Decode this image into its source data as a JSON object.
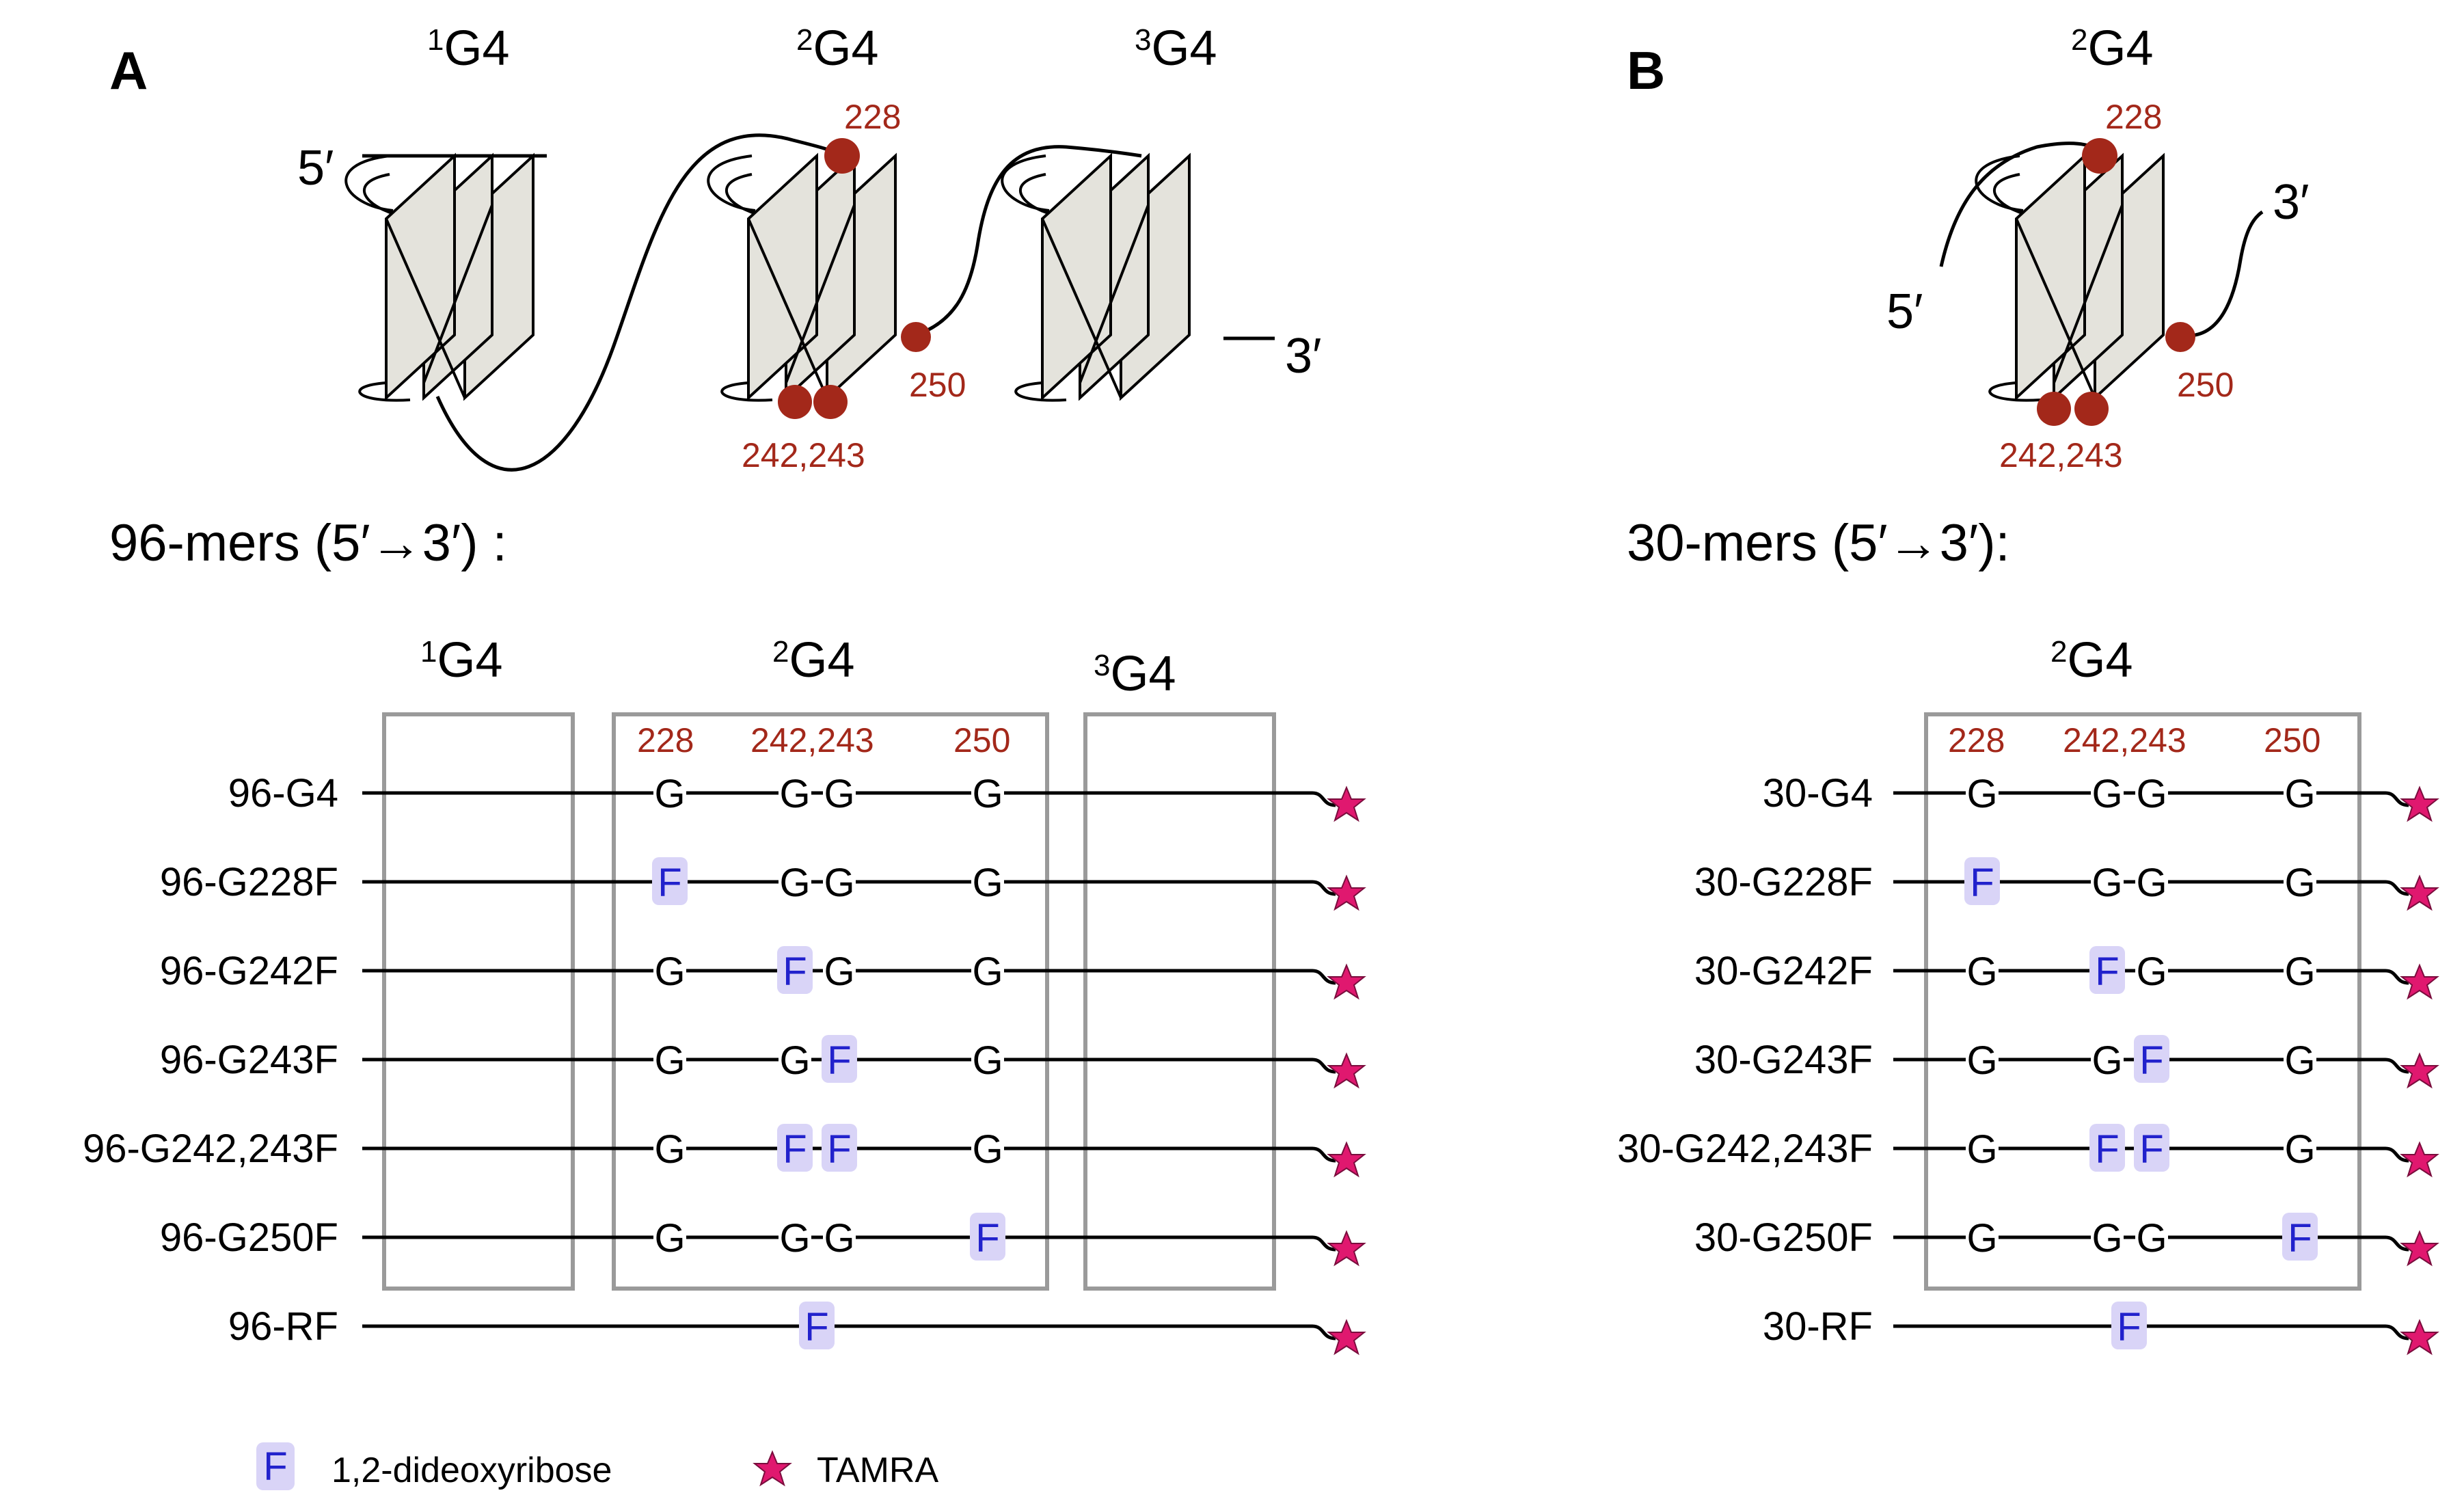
{
  "panels": {
    "A": {
      "letter": "A",
      "g4_labels": [
        {
          "num": "1",
          "text": "G4"
        },
        {
          "num": "2",
          "text": "G4"
        },
        {
          "num": "3",
          "text": "G4"
        }
      ],
      "five_prime": "5′",
      "three_prime": "3′",
      "positions": {
        "p228": "228",
        "p250": "250",
        "p242_243": "242,243"
      },
      "heading": "96-mers (5′→3′) :",
      "box_positions": [
        "228",
        "242,243",
        "250"
      ],
      "rows": [
        {
          "label": "96-G4",
          "seq": [
            "G",
            "G",
            "G",
            "G"
          ]
        },
        {
          "label": "96-G228F",
          "seq": [
            "F",
            "G",
            "G",
            "G"
          ]
        },
        {
          "label": "96-G242F",
          "seq": [
            "G",
            "F",
            "G",
            "G"
          ]
        },
        {
          "label": "96-G243F",
          "seq": [
            "G",
            "G",
            "F",
            "G"
          ]
        },
        {
          "label": "96-G242,243F",
          "seq": [
            "G",
            "F",
            "F",
            "G"
          ]
        },
        {
          "label": "96-G250F",
          "seq": [
            "G",
            "G",
            "G",
            "F"
          ]
        },
        {
          "label": "96-RF",
          "seq": [
            "F"
          ]
        }
      ]
    },
    "B": {
      "letter": "B",
      "g4_label": {
        "num": "2",
        "text": "G4"
      },
      "five_prime": "5′",
      "three_prime": "3′",
      "positions": {
        "p228": "228",
        "p250": "250",
        "p242_243": "242,243"
      },
      "heading": "30-mers (5′→3′):",
      "box_positions": [
        "228",
        "242,243",
        "250"
      ],
      "rows": [
        {
          "label": "30-G4",
          "seq": [
            "G",
            "G",
            "G",
            "G"
          ]
        },
        {
          "label": "30-G228F",
          "seq": [
            "F",
            "G",
            "G",
            "G"
          ]
        },
        {
          "label": "30-G242F",
          "seq": [
            "G",
            "F",
            "G",
            "G"
          ]
        },
        {
          "label": "30-G243F",
          "seq": [
            "G",
            "G",
            "F",
            "G"
          ]
        },
        {
          "label": "30-G242,243F",
          "seq": [
            "G",
            "F",
            "F",
            "G"
          ]
        },
        {
          "label": "30-G250F",
          "seq": [
            "G",
            "G",
            "G",
            "F"
          ]
        },
        {
          "label": "30-RF",
          "seq": [
            "F"
          ]
        }
      ]
    }
  },
  "legend": {
    "f_symbol": "F",
    "f_text": "1,2-dideoxyribose",
    "star_text": "TAMRA"
  },
  "colors": {
    "position_red": "#a3281a",
    "f_box": "#d9d4f7",
    "f_text": "#2222cc",
    "tamra_star": "#e0186f",
    "plate": "#e4e3dc",
    "box_gray": "#9a9a9a"
  }
}
